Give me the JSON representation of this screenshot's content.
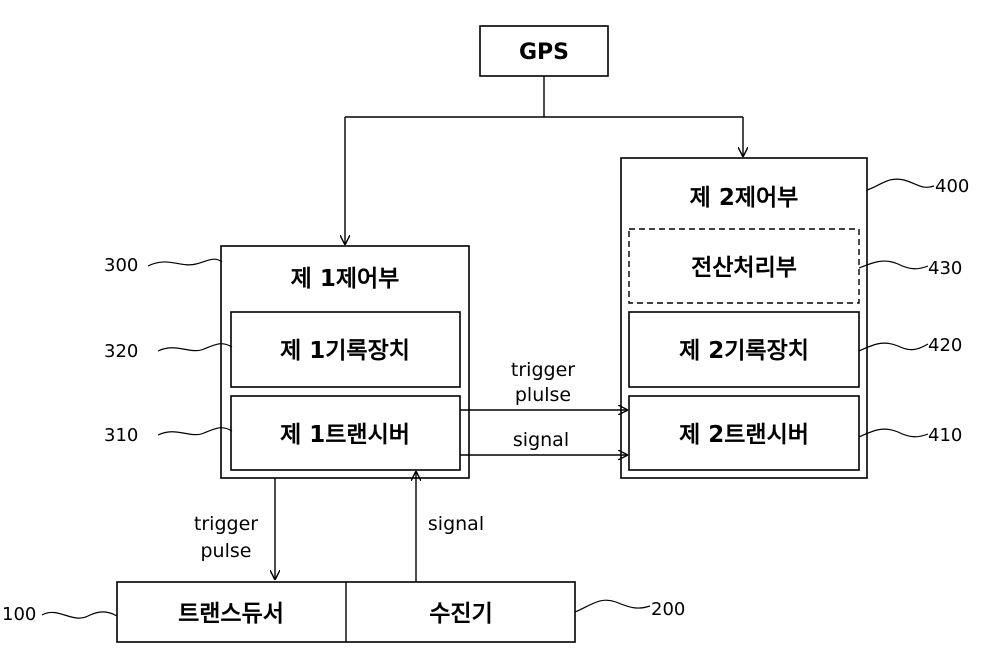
{
  "nodes": {
    "gps": "GPS",
    "ctrl1": "제 1제어부",
    "rec1": "제 1기록장치",
    "trx1": "제 1트랜시버",
    "ctrl2": "제 2제어부",
    "proc": "전산처리부",
    "rec2": "제 2기록장치",
    "trx2": "제 2트랜시버",
    "transducer": "트랜스듀서",
    "receiver": "수진기"
  },
  "refs": {
    "r100": "100",
    "r200": "200",
    "r300": "300",
    "r310": "310",
    "r320": "320",
    "r400": "400",
    "r410": "410",
    "r420": "420",
    "r430": "430"
  },
  "edges": {
    "top_trigger_line1": "trigger",
    "top_trigger_line2": "plulse",
    "top_signal": "signal",
    "down_trigger_line1": "trigger",
    "down_trigger_line2": "pulse",
    "up_signal": "signal"
  }
}
